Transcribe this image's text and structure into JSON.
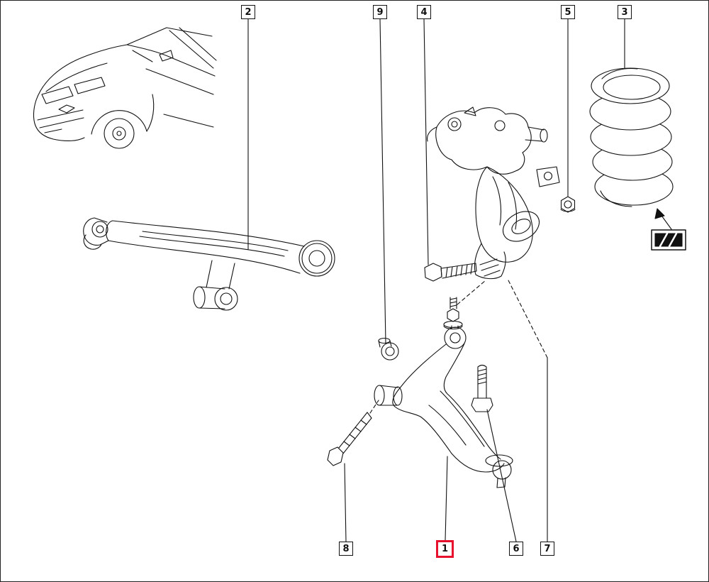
{
  "diagram": {
    "colors": {
      "background": "#ffffff",
      "line": "#111111",
      "highlight": "#e8112d"
    },
    "callouts": [
      {
        "label": "2",
        "highlighted": false
      },
      {
        "label": "9",
        "highlighted": false
      },
      {
        "label": "4",
        "highlighted": false
      },
      {
        "label": "5",
        "highlighted": false
      },
      {
        "label": "3",
        "highlighted": false
      },
      {
        "label": "8",
        "highlighted": false
      },
      {
        "label": "1",
        "highlighted": true
      },
      {
        "label": "6",
        "highlighted": false
      },
      {
        "label": "7",
        "highlighted": false
      }
    ]
  }
}
